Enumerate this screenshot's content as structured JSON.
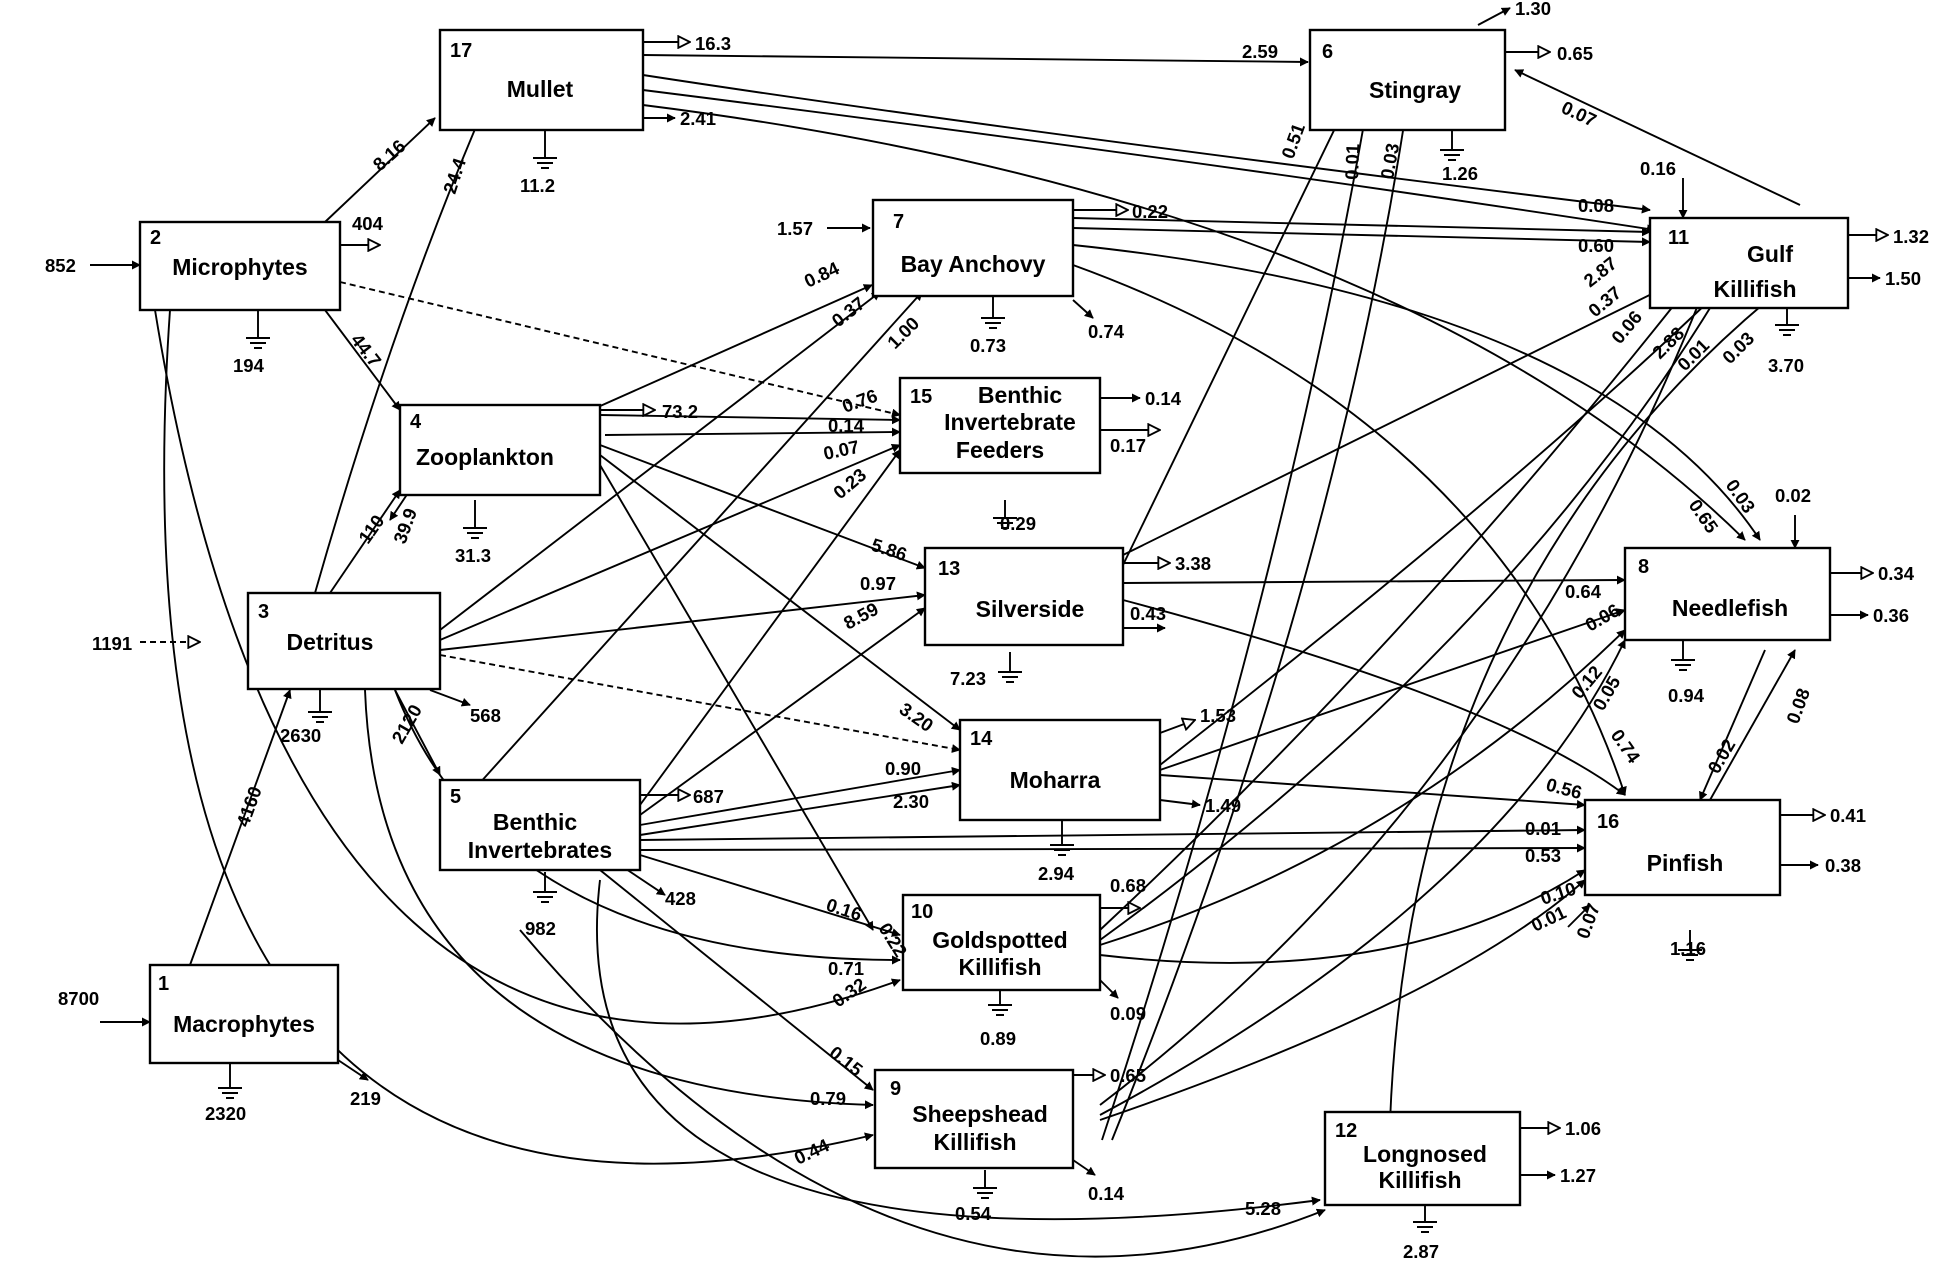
{
  "nodes": [
    {
      "key": "n1",
      "id": "1",
      "name": [
        "Macrophytes"
      ]
    },
    {
      "key": "n2",
      "id": "2",
      "name": [
        "Microphytes"
      ]
    },
    {
      "key": "n3",
      "id": "3",
      "name": [
        "Detritus"
      ]
    },
    {
      "key": "n4",
      "id": "4",
      "name": [
        "Zooplankton"
      ]
    },
    {
      "key": "n5",
      "id": "5",
      "name": [
        "Benthic",
        "Invertebrates"
      ]
    },
    {
      "key": "n6",
      "id": "6",
      "name": [
        "Stingray"
      ]
    },
    {
      "key": "n7",
      "id": "7",
      "name": [
        "Bay Anchovy"
      ]
    },
    {
      "key": "n8",
      "id": "8",
      "name": [
        "Needlefish"
      ]
    },
    {
      "key": "n9",
      "id": "9",
      "name": [
        "Sheepshead",
        "Killifish"
      ]
    },
    {
      "key": "n10",
      "id": "10",
      "name": [
        "Goldspotted",
        "Killifish"
      ]
    },
    {
      "key": "n11",
      "id": "11",
      "name": [
        "Gulf",
        "Killifish"
      ]
    },
    {
      "key": "n12",
      "id": "12",
      "name": [
        "Longnosed",
        "Killifish"
      ]
    },
    {
      "key": "n13",
      "id": "13",
      "name": [
        "Silverside"
      ]
    },
    {
      "key": "n14",
      "id": "14",
      "name": [
        "Moharra"
      ]
    },
    {
      "key": "n15",
      "id": "15",
      "name": [
        "Benthic",
        "Invertebrate",
        "Feeders"
      ]
    },
    {
      "key": "n16",
      "id": "16",
      "name": [
        "Pinfish"
      ]
    },
    {
      "key": "n17",
      "id": "17",
      "name": [
        "Mullet"
      ]
    }
  ],
  "labels": {
    "n1_in": "8700",
    "n1_resp": "2320",
    "n1_exp": "219",
    "n2_in": "852",
    "n2_resp": "194",
    "n2_det": "404",
    "n3_in": "1191",
    "n3_resp": "2630",
    "n3_exp": "568",
    "n4_resp": "31.3",
    "n4_det": "73.2",
    "n4_exp": "39.9",
    "n5_resp": "982",
    "n5_det": "687",
    "n5_exp": "428",
    "n6_exp": "1.30",
    "n6_det": "0.65",
    "n6_resp": "1.26",
    "n7_in": "1.57",
    "n7_det": "0.22",
    "n7_resp": "0.73",
    "n7_exp": "0.74",
    "n8_det": "0.34",
    "n8_exp": "0.36",
    "n8_resp": "0.94",
    "n9_det": "0.65",
    "n9_resp": "0.54",
    "n9_exp": "0.14",
    "n10_det": "0.68",
    "n10_resp": "0.89",
    "n10_exp": "0.09",
    "n11_in": "0.16",
    "n11_det": "1.32",
    "n11_exp": "1.50",
    "n11_resp": "3.70",
    "n12_det": "1.06",
    "n12_exp": "1.27",
    "n12_resp": "2.87",
    "n13_det": "3.38",
    "n13_exp": "0.43",
    "n13_resp": "7.23",
    "n14_det": "1.53",
    "n14_exp": "1.49",
    "n14_resp": "2.94",
    "n15_exp": "0.14",
    "n15_det": "0.17",
    "n15_resp": "0.29",
    "n16_det": "0.41",
    "n16_exp": "0.38",
    "n16_resp": "1.16",
    "n17_det": "16.3",
    "n17_exp": "2.41",
    "n17_resp": "11.2",
    "f2_17": "8.16",
    "f3_17": "24.4",
    "f2_4": "44.7",
    "f3_4": "110",
    "f1_3": "4160",
    "f3_5": "2120",
    "f17_6": "2.59",
    "f11_6": "0.07",
    "f17_11": "0.08",
    "f11_in2": "0.02",
    "f7_11": "0.60",
    "f13_11": "2.87",
    "f9_11": "0.37",
    "f10_11": "0.06",
    "f16_11": "2.88",
    "f12_11": "0.01",
    "f14_11": "0.03",
    "f6_a": "0.51",
    "f6_b": "0.01",
    "f6_c": "0.03",
    "f4_7": "0.84",
    "f3_7": "0.37",
    "f5_7": "1.00",
    "f4_15": "0.76",
    "f3_15": "0.14",
    "f5_15": "0.07",
    "f9_15": "0.23",
    "f4_13": "5.86",
    "f3_13": "0.97",
    "f5_13": "8.59",
    "f4_14": "3.20",
    "f3_14": "0.90",
    "f5_14": "2.30",
    "f7_8": "0.65",
    "f17_8": "0.03",
    "f13_8": "0.64",
    "f14_8": "0.06",
    "f10_8": "0.12",
    "f9_8": "0.05",
    "f16_8": "0.08",
    "f8_16": "0.02",
    "f13_16": "0.74",
    "f7_16": "0.56",
    "f5_16a": "0.01",
    "f5_16b": "0.53",
    "f10_16": "0.10",
    "f9_16": "0.01",
    "f12_16": "0.07",
    "f4_10": "0.22",
    "f5_10": "0.16",
    "f3_10": "0.71",
    "f2_10": "0.32",
    "f5_9": "0.15",
    "f3_9": "0.79",
    "f2_9": "0.44",
    "f5_12": "5.28"
  }
}
